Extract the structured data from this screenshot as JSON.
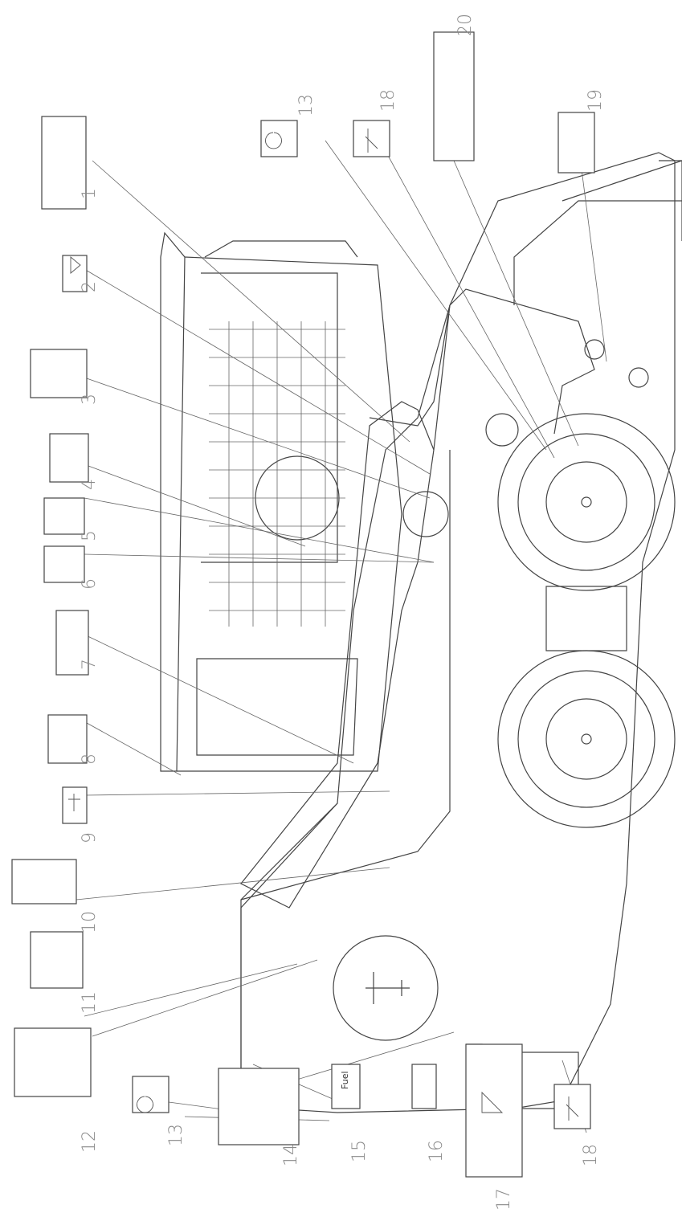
{
  "callouts": [
    "1",
    "2",
    "3",
    "4",
    "5",
    "6",
    "7",
    "8",
    "9",
    "10",
    "11",
    "12",
    "13",
    "14",
    "15",
    "16",
    "17",
    "18",
    "13",
    "18",
    "19",
    "20"
  ],
  "decal_text": {
    "fuel": "Fuel"
  }
}
